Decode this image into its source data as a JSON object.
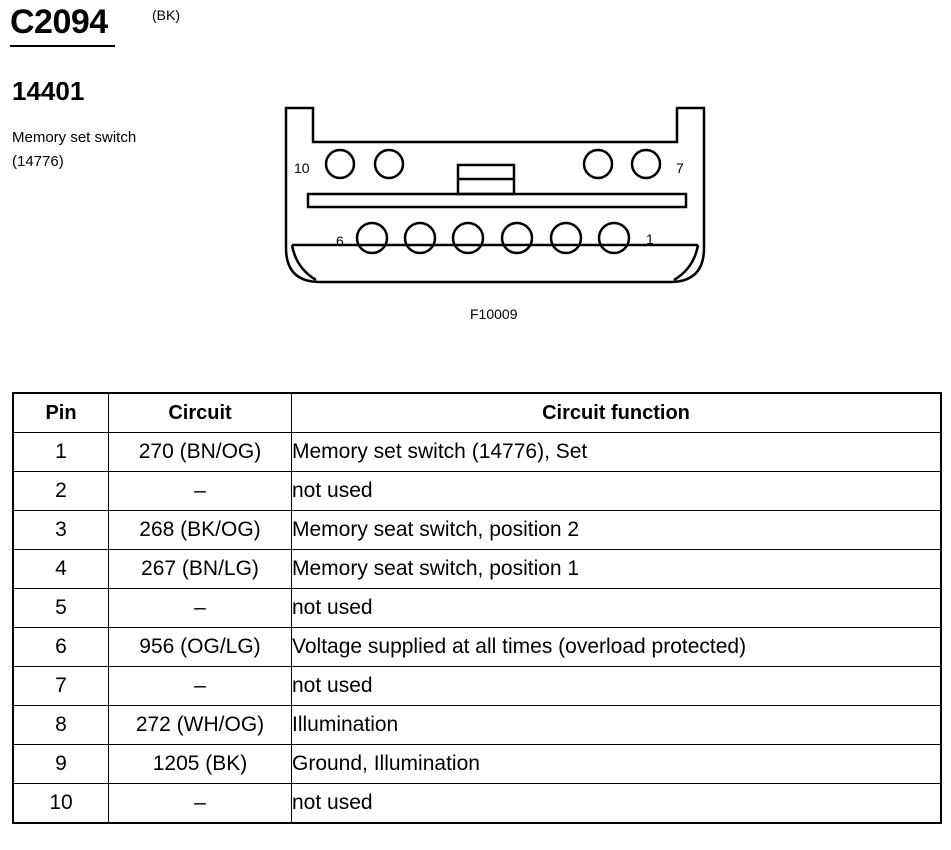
{
  "header": {
    "connector_id": "C2094",
    "connector_color": "(BK)",
    "part_number": "14401",
    "component_name": "Memory set switch",
    "component_number": "(14776)"
  },
  "diagram": {
    "pin_labels": {
      "top_left": "10",
      "top_right": "7",
      "bottom_left": "6",
      "bottom_right": "1"
    },
    "figure_ref": "F10009"
  },
  "table": {
    "headers": {
      "pin": "Pin",
      "circuit": "Circuit",
      "function": "Circuit function"
    },
    "rows": [
      {
        "pin": "1",
        "circuit": "270 (BN/OG)",
        "function": "Memory set switch (14776), Set"
      },
      {
        "pin": "2",
        "circuit": "–",
        "function": "not used"
      },
      {
        "pin": "3",
        "circuit": "268 (BK/OG)",
        "function": "Memory seat switch, position 2"
      },
      {
        "pin": "4",
        "circuit": "267 (BN/LG)",
        "function": "Memory seat switch, position 1"
      },
      {
        "pin": "5",
        "circuit": "–",
        "function": "not used"
      },
      {
        "pin": "6",
        "circuit": "956 (OG/LG)",
        "function": "Voltage supplied at all times (overload protected)"
      },
      {
        "pin": "7",
        "circuit": "–",
        "function": "not used"
      },
      {
        "pin": "8",
        "circuit": "272 (WH/OG)",
        "function": "Illumination"
      },
      {
        "pin": "9",
        "circuit": "1205 (BK)",
        "function": "Ground, Illumination"
      },
      {
        "pin": "10",
        "circuit": "–",
        "function": "not used"
      }
    ]
  }
}
